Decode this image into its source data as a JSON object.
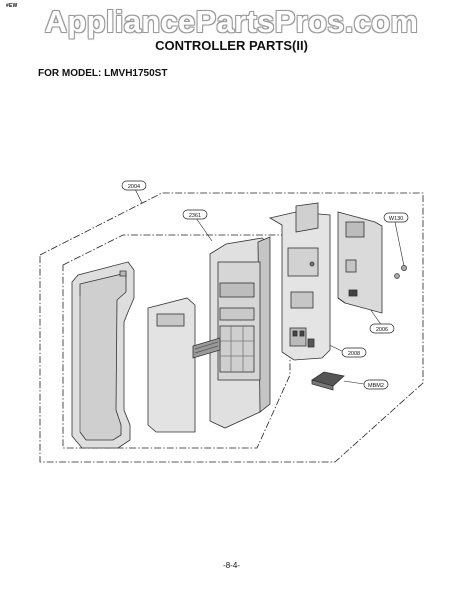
{
  "header": {
    "corner_tag": "#EW",
    "watermark": "AppliancePartsPros.com",
    "title": "CONTROLLER PARTS(II)",
    "model_line": "FOR MODEL: LMVH1750ST"
  },
  "callouts": {
    "c2004": "2004",
    "c2361": "2361",
    "cW130": "W130",
    "c2006": "2006",
    "c2008": "2008",
    "cMBM2": "MBM2"
  },
  "footer": {
    "page_number": "-8-4-"
  }
}
